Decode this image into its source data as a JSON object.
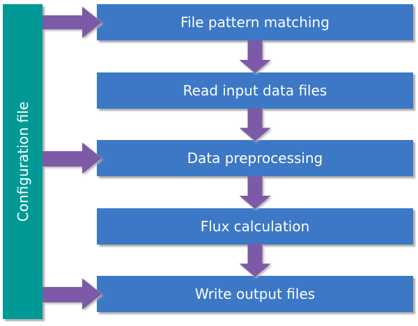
{
  "diagram": {
    "sidebar": {
      "label": "Configuration file"
    },
    "steps": [
      {
        "label": "File pattern matching"
      },
      {
        "label": "Read input data files"
      },
      {
        "label": "Data preprocessing"
      },
      {
        "label": "Flux calculation"
      },
      {
        "label": "Write output files"
      }
    ],
    "colors": {
      "background": "#ffffff",
      "sidebar": "#009996",
      "step_box": "#3C78C5",
      "arrow": "#7C5AA7",
      "text": "#ffffff",
      "shadow": "#AFAFAF"
    }
  }
}
